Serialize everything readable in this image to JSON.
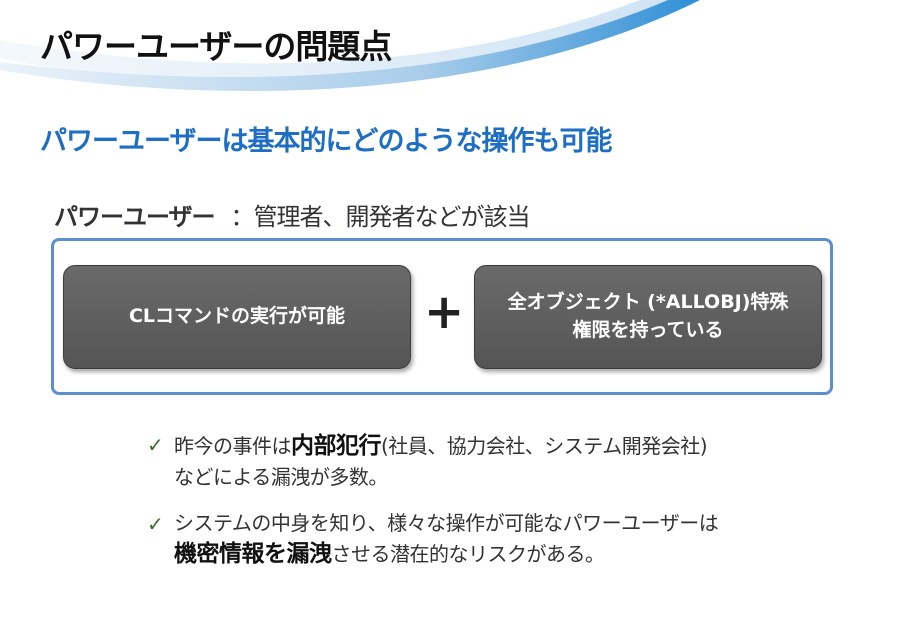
{
  "slide": {
    "title": "パワーユーザーの問題点",
    "subtitle": "パワーユーザーは基本的にどのような操作も可能"
  },
  "definition": {
    "term": "パワーユーザー",
    "description": "：管理者、開発者などが該当"
  },
  "boxes": {
    "left": "CLコマンドの実行が可能",
    "plus": "+",
    "right_line1": "全オブジェクト (*ALLOBJ)特殊",
    "right_line2": "権限を持っている"
  },
  "bullets": [
    {
      "check": "✓",
      "pre": "昨今の事件は",
      "bold": "内部犯行",
      "post": "(社員、協力会社、システム開発会社)",
      "line2": "などによる漏洩が多数。"
    },
    {
      "check": "✓",
      "line1": "システムの中身を知り、様々な操作が可能なパワーユーザーは",
      "bold": "機密情報を漏洩",
      "post": "させる潜在的なリスクがある。"
    }
  ],
  "colors": {
    "accent": "#1e6ec4",
    "frame": "#5b8fd0",
    "box": "#595959"
  }
}
